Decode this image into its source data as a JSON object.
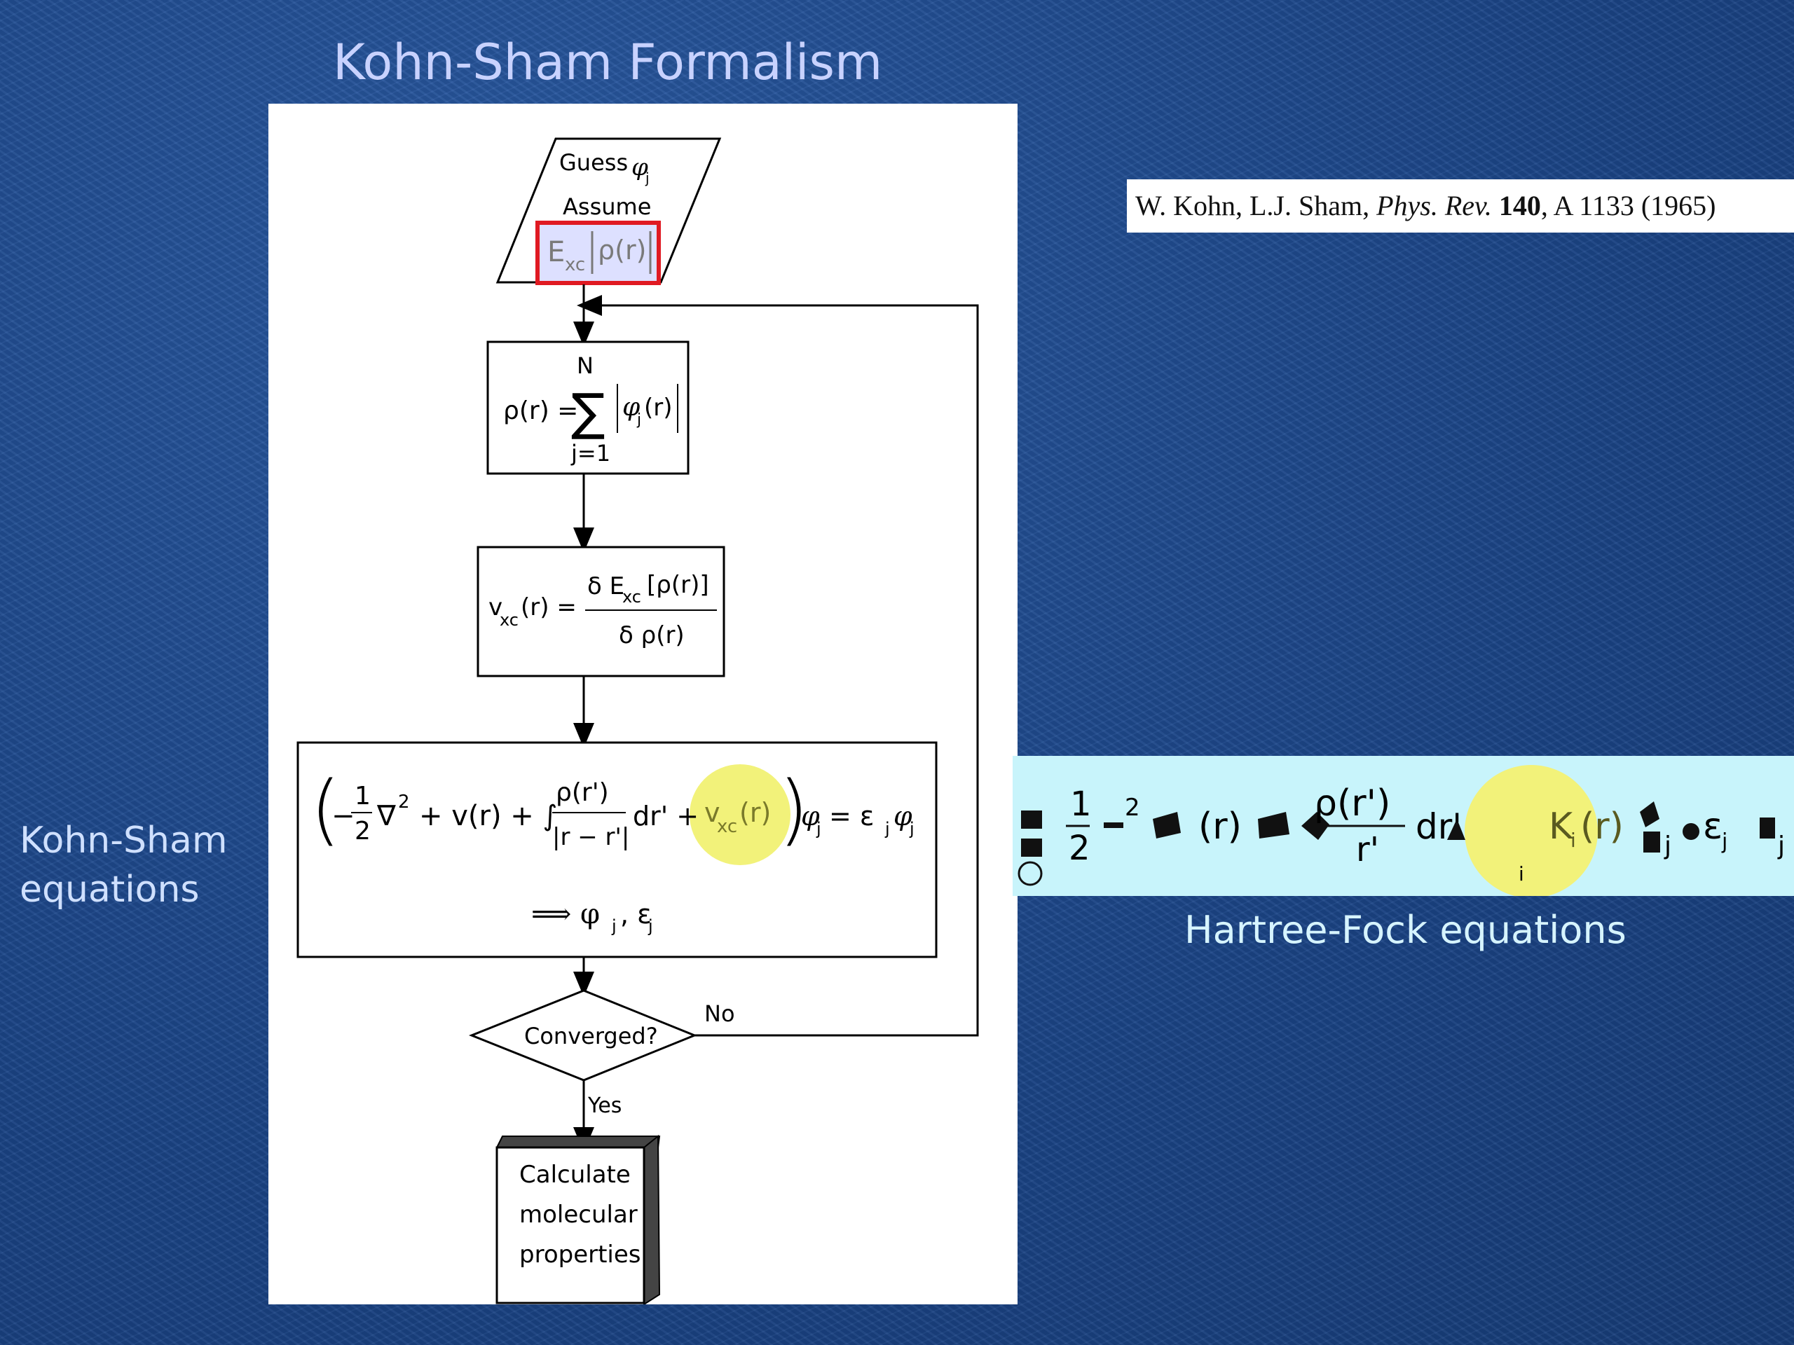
{
  "slide": {
    "title": "Kohn-Sham Formalism",
    "side_label_line1": "Kohn-Sham",
    "side_label_line2": "equations",
    "citation": {
      "authors": "W. Kohn, L.J. Sham,",
      "journal": "Phys. Rev.",
      "volume": "140",
      "pages": ", A 1133 (1965)"
    },
    "hf_label": "Hartree-Fock equations"
  },
  "flowchart": {
    "guess": "Guess",
    "assume": "Assume",
    "exc": "E",
    "exc_sub": "xc",
    "rho_r": "ρ(r)",
    "step1": {
      "lhs": "ρ(r) =",
      "top": "N",
      "bottom": "j=1",
      "sum": "∑",
      "term": "φ",
      "term_sub": "j",
      "term_arg": "(r)"
    },
    "step2": {
      "lhs": "v",
      "lhs_sub": "xc",
      "lhs_arg": "(r) =",
      "num": "δ E",
      "num_sub": "xc",
      "num_arg": "[ρ(r)]",
      "den": "δ ρ(r)"
    },
    "step3": {
      "minus_half_num": "1",
      "minus_half_den": "2",
      "minus": "−",
      "nabla": "∇",
      "sq": "2",
      "plus_v": "+ v(r) + ∫",
      "frac_num": "ρ(r')",
      "frac_den": "|r − r'|",
      "dr": "dr' +",
      "vxc": "v",
      "vxc_sub": "xc",
      "vxc_arg": "(r)",
      "phi": "φ",
      "phi_sub": "j",
      "eq": "= ε",
      "eps_sub": "j",
      "phi2": "φ",
      "phi2_sub": "j",
      "result": "⟹ φ",
      "result_sub": "j",
      "result_rest": ", ε",
      "result_sub2": "j"
    },
    "converged": "Converged?",
    "no": "No",
    "yes": "Yes",
    "final_line1": "Calculate",
    "final_line2": "molecular",
    "final_line3": "properties"
  },
  "hf_equation": {
    "half_num": "1",
    "half_den": "2",
    "sq": "2",
    "v": "(r)",
    "num": "ρ(r')",
    "den": "r'",
    "dr": "dr'",
    "k": "K",
    "k_sub": "i",
    "k_arg": "(r)",
    "sum_sub": "i",
    "j1": "j",
    "eps": "ε",
    "eps_sub": "j",
    "j2": "j"
  },
  "colors": {
    "background": "#1d4a8f",
    "title": "#c8d2ff",
    "highlight": "#f2f27a",
    "assume_box_border": "#e01a22",
    "hf_band": "#c8f4fb"
  }
}
